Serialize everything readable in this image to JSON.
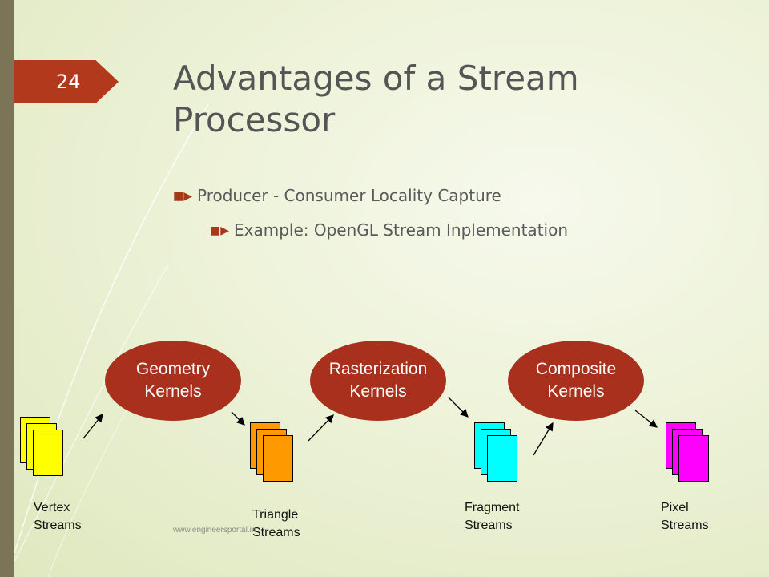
{
  "slide": {
    "number": "24",
    "title_line1": "Advantages of a Stream",
    "title_line2": "Processor",
    "footer": "www.engineersportal.in"
  },
  "bullets": [
    {
      "level": 1,
      "text": "Producer - Consumer Locality Capture",
      "icon": "bullet-arrow-icon"
    },
    {
      "level": 2,
      "text": "Example: OpenGL Stream Inplementation",
      "icon": "bullet-arrow-icon"
    }
  ],
  "kernels": [
    {
      "line1": "Geometry",
      "line2": "Kernels"
    },
    {
      "line1": "Rasterization",
      "line2": "Kernels"
    },
    {
      "line1": "Composite",
      "line2": "Kernels"
    }
  ],
  "streams": [
    {
      "line1": "Vertex",
      "line2": "Streams",
      "color": "#ffff00"
    },
    {
      "line1": "Triangle",
      "line2": "Streams",
      "color": "#ff9900"
    },
    {
      "line1": "Fragment",
      "line2": "Streams",
      "color": "#00ffff"
    },
    {
      "line1": "Pixel",
      "line2": "Streams",
      "color": "#ff00ff"
    }
  ],
  "colors": {
    "kernel_fill": "#a8301c",
    "number_tab": "#b3391c",
    "side_bar": "#7b7456"
  }
}
